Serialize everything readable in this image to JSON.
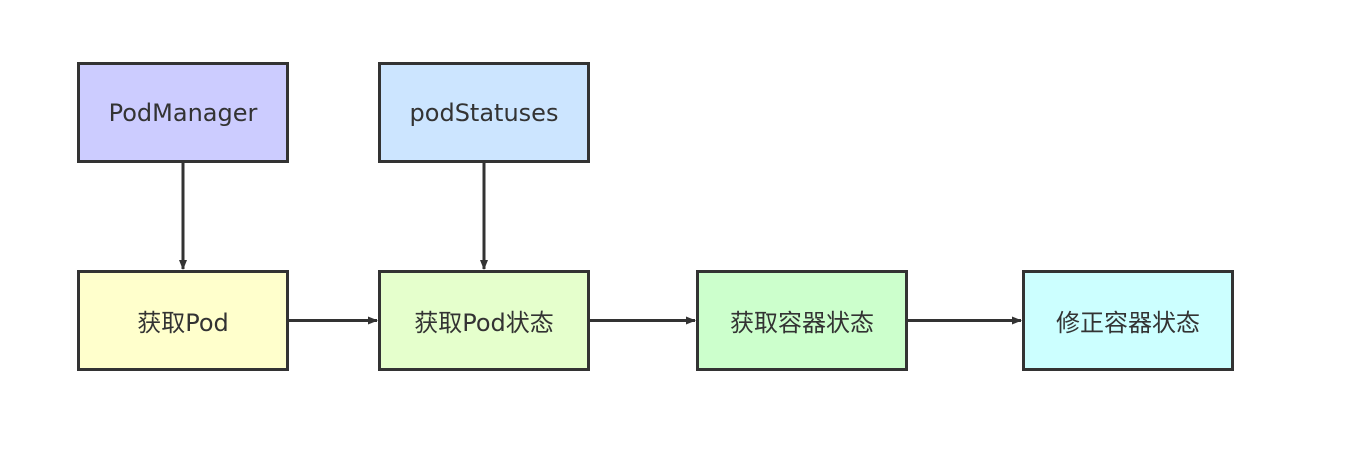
{
  "colors": {
    "stroke": "#333333",
    "text": "#333333"
  },
  "nodes": [
    {
      "id": "podmanager",
      "label": "PodManager",
      "fill": "#ccccff"
    },
    {
      "id": "podstatuses",
      "label": "podStatuses",
      "fill": "#cce5ff"
    },
    {
      "id": "getpod",
      "label": "获取Pod",
      "fill": "#ffffcc"
    },
    {
      "id": "getpodstatus",
      "label": "获取Pod状态",
      "fill": "#e5ffcc"
    },
    {
      "id": "getcontainer",
      "label": "获取容器状态",
      "fill": "#ccffcc"
    },
    {
      "id": "fixcontainer",
      "label": "修正容器状态",
      "fill": "#ccffff"
    }
  ],
  "edges": [
    {
      "from": "podmanager",
      "to": "getpod"
    },
    {
      "from": "podstatuses",
      "to": "getpodstatus"
    },
    {
      "from": "getpod",
      "to": "getpodstatus"
    },
    {
      "from": "getpodstatus",
      "to": "getcontainer"
    },
    {
      "from": "getcontainer",
      "to": "fixcontainer"
    }
  ]
}
